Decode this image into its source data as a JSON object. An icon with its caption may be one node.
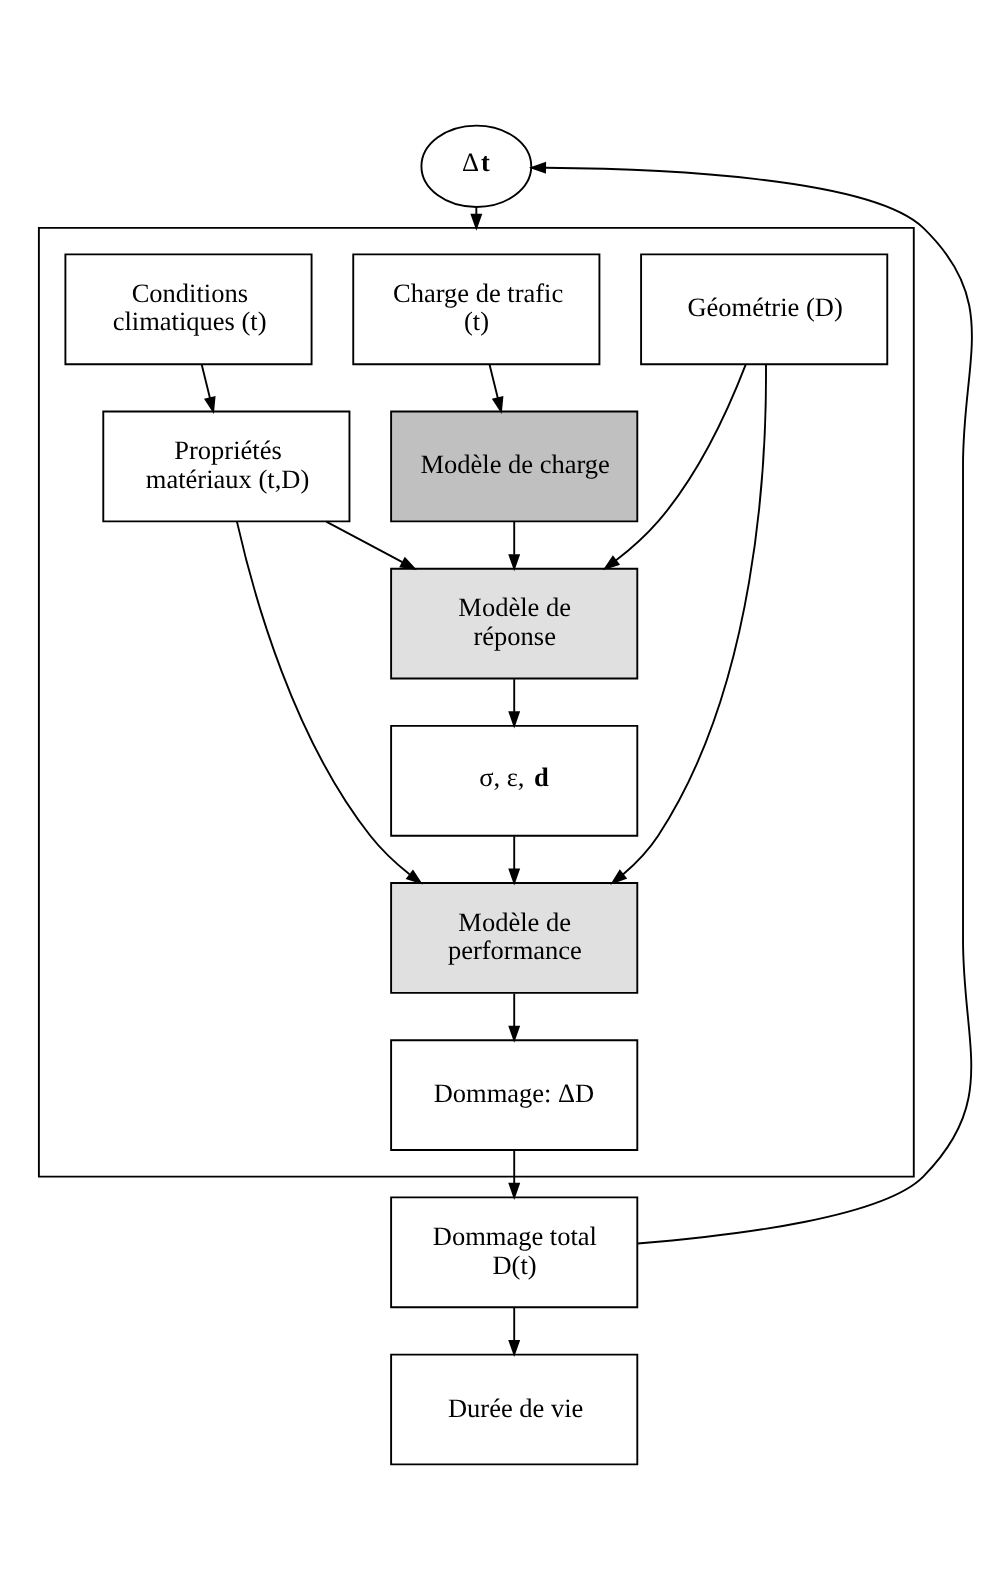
{
  "diagram": {
    "nodes": [
      {
        "text": [
          "Δ**t**"
        ]
      },
      {
        "text": [],
        "shape": "box"
      },
      {
        "text": [
          "Géométrie (D)"
        ],
        "in": 1
      },
      {
        "text": [
          "Charge de trafic (t)"
        ],
        "in": 1
      },
      {
        "text": [
          "Conditions climatiques (t)"
        ],
        "in": 1
      },
      {
        "text": [
          "Modèle de charge"
        ],
        "in": 1
      },
      {
        "text": [
          "Propriétés matériaux (t,D)"
        ],
        "in": 1
      },
      {
        "text": [
          "Modèle de réponse"
        ],
        "in": 1
      },
      {
        "text": [
          "σ, ε, **d**"
        ],
        "in": 1
      },
      {
        "text": [
          "Modèle de performance"
        ],
        "in": 1
      },
      {
        "text": [
          "Dommage: ΔD"
        ],
        "in": 1
      },
      {
        "text": [
          "Dommage total D(t)"
        ]
      },
      {
        "text": [
          "Durée de vie"
        ]
      }
    ],
    "edges": [
      {
        "from": 0,
        "to": 1,
        "arrow": "to"
      },
      {
        "from": 3,
        "to": 5,
        "arrow": "to"
      },
      {
        "from": 4,
        "to": 6,
        "arrow": "to"
      },
      {
        "from": 2,
        "to": 7,
        "arrow": "to"
      },
      {
        "from": 5,
        "to": 7,
        "arrow": "to"
      },
      {
        "from": 6,
        "to": 7,
        "arrow": "to"
      },
      {
        "from": 7,
        "to": 8,
        "arrow": "to"
      },
      {
        "from": 8,
        "to": 9,
        "arrow": "to"
      },
      {
        "from": 2,
        "to": 9,
        "arrow": "to"
      },
      {
        "from": 6,
        "to": 9,
        "arrow": "to"
      },
      {
        "from": 9,
        "to": 10,
        "arrow": "to"
      },
      {
        "from": 10,
        "to": 11,
        "arrow": "to"
      },
      {
        "from": 11,
        "to": 12,
        "arrow": "to"
      },
      {
        "from": 11,
        "to": 0,
        "arrow": "to"
      }
    ]
  }
}
